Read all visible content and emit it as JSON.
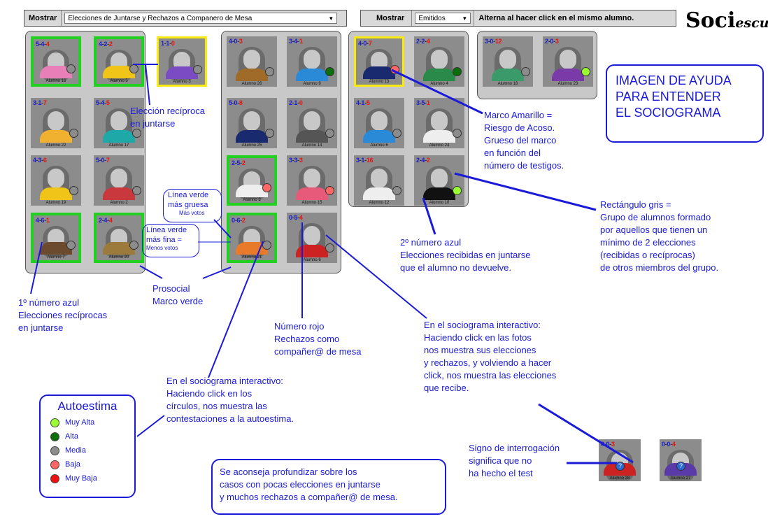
{
  "toolbar1": {
    "label": "Mostrar",
    "value": "Elecciones de Juntarse y Rechazos a Companero de Mesa",
    "arrow": "▼"
  },
  "toolbar2": {
    "label": "Mostrar",
    "value": "Emitidos",
    "arrow": "▼",
    "hint": "Alterna al hacer click en el mismo alumno."
  },
  "logo": {
    "big": "Soci",
    "small": "escuela"
  },
  "title": {
    "l1": "IMAGEN DE AYUDA",
    "l2": "PARA ENTENDER",
    "l3": "EL SOCIOGRAMA"
  },
  "colors": {
    "blue": "#1a1ad8",
    "muy_alta": "#99ff33",
    "alta": "#0a6e0a",
    "media": "#8c8c8c",
    "baja": "#ff6666",
    "muy_baja": "#ee1111",
    "green": "#22d022",
    "yellow": "#f6ea10"
  },
  "cards": [
    {
      "nums": "5-4-4",
      "name": "Alumno 16",
      "shirt": "#e87fb8",
      "dot": "media"
    },
    {
      "nums": "4-2-2",
      "name": "Alumno 5",
      "shirt": "#f0c419",
      "dot": "media"
    },
    {
      "nums": "1-1-0",
      "name": "Alumno 3",
      "shirt": "#7a4bc2",
      "dot": "media"
    },
    {
      "nums": "3-1-7",
      "name": "Alumno 22",
      "shirt": "#f0b030",
      "dot": "media"
    },
    {
      "nums": "5-4-5",
      "name": "Alumno 17",
      "shirt": "#1fa8a8",
      "dot": "media"
    },
    {
      "nums": "4-3-6",
      "name": "Alumno 19",
      "shirt": "#f0c419",
      "dot": "media"
    },
    {
      "nums": "5-0-7",
      "name": "Alumno 2",
      "shirt": "#c8383c",
      "dot": "media"
    },
    {
      "nums": "4-6-1",
      "name": "Alumno 7",
      "shirt": "#6b4a2e",
      "dot": "media"
    },
    {
      "nums": "2-4-4",
      "name": "Alumno 20",
      "shirt": "#9c7a3c",
      "dot": "media"
    },
    {
      "nums": "4-0-3",
      "name": "Alumno 26",
      "shirt": "#a06a28",
      "dot": "media"
    },
    {
      "nums": "3-4-1",
      "name": "Alumno 9",
      "shirt": "#2a8ad8",
      "dot": "alta"
    },
    {
      "nums": "5-0-8",
      "name": "Alumno 25",
      "shirt": "#1a2a6e",
      "dot": "media"
    },
    {
      "nums": "2-1-0",
      "name": "Alumno 14",
      "shirt": "#555555",
      "dot": "media"
    },
    {
      "nums": "2-5-2",
      "name": "Alumno 8",
      "shirt": "#eeeeee",
      "dot": "baja"
    },
    {
      "nums": "3-3-3",
      "name": "Alumno 15",
      "shirt": "#e85a7a",
      "dot": "baja"
    },
    {
      "nums": "0-6-2",
      "name": "Alumno 21",
      "shirt": "#e87a2a",
      "dot": "media"
    },
    {
      "nums": "0-5-4",
      "name": "Alumno 6",
      "shirt": "#cc2222",
      "dot": "media"
    },
    {
      "nums": "4-0-7",
      "name": "Alumno 13",
      "shirt": "#1a2a6e",
      "dot": "baja"
    },
    {
      "nums": "2-2-4",
      "name": "Alumno 4",
      "shirt": "#2a8a4a",
      "dot": "alta"
    },
    {
      "nums": "4-1-5",
      "name": "Alumno 6",
      "shirt": "#2a8ad8",
      "dot": "media"
    },
    {
      "nums": "3-5-1",
      "name": "Alumno 24",
      "shirt": "#eeeeee",
      "dot": "media"
    },
    {
      "nums": "3-1-16",
      "name": "Alumno 12",
      "shirt": "#eeeeee",
      "dot": "media"
    },
    {
      "nums": "2-4-2",
      "name": "Alumno 10",
      "shirt": "#111111",
      "dot": "muy_alta"
    },
    {
      "nums": "3-0-12",
      "name": "Alumno 18",
      "shirt": "#3a9a6a",
      "dot": "media"
    },
    {
      "nums": "2-0-3",
      "name": "Alumno 23",
      "shirt": "#7a3aa8",
      "dot": "muy_alta"
    },
    {
      "nums": "0-0-3",
      "name": "Alumno 28",
      "shirt": "#cc2222",
      "dot": "question"
    },
    {
      "nums": "0-0-4",
      "name": "Alumno 27",
      "shirt": "#5a3aa8",
      "dot": "question"
    }
  ],
  "ann": {
    "reciproca": [
      "Elección recíproca",
      "en juntarse"
    ],
    "amarillo": [
      "Marco Amarillo =",
      "Riesgo de Acoso.",
      "Grueso del marco",
      "en función del",
      "número de testigos."
    ],
    "gris": [
      "Rectángulo gris =",
      "Grupo de alumnos formado",
      "por aquellos que tienen un",
      "mínimo de 2 elecciones",
      "(recibidas o recíprocas)",
      "de otros miembros del grupo."
    ],
    "segundo": [
      "2º número azul",
      "Elecciones recibidas en juntarse",
      "que el alumno no devuelve."
    ],
    "gruesa": [
      "Línea verde",
      "más gruesa",
      "Más votos"
    ],
    "fina": [
      "Línea verde",
      "más fina =",
      "Menos votos"
    ],
    "primero": [
      "1º número azul",
      "Elecciones recíprocas",
      "en juntarse"
    ],
    "prosocial": [
      "Prosocial",
      "Marco verde"
    ],
    "rojo": [
      "Número rojo",
      "Rechazos como",
      "compañer@ de mesa"
    ],
    "fotos": [
      "En el sociograma interactivo:",
      "Haciendo click en las fotos",
      "nos muestra sus elecciones",
      "y rechazos, y volviendo a hacer",
      "click, nos muestra las elecciones",
      "que recibe."
    ],
    "circulos": [
      "En el sociograma interactivo:",
      "Haciendo click en los",
      "círculos, nos muestra las",
      "contestaciones a la autoestima."
    ],
    "interrogacion": [
      "Signo de interrogación",
      "significa que no",
      "ha hecho el test"
    ],
    "aconseja": [
      "Se aconseja profundizar sobre los",
      "casos con pocas elecciones en juntarse",
      "y muchos rechazos a compañer@ de mesa."
    ]
  },
  "legend": {
    "title": "Autoestima",
    "items": [
      {
        "label": "Muy Alta",
        "color": "muy_alta"
      },
      {
        "label": "Alta",
        "color": "alta"
      },
      {
        "label": "Media",
        "color": "media"
      },
      {
        "label": "Baja",
        "color": "baja"
      },
      {
        "label": "Muy Baja",
        "color": "muy_baja"
      }
    ]
  }
}
